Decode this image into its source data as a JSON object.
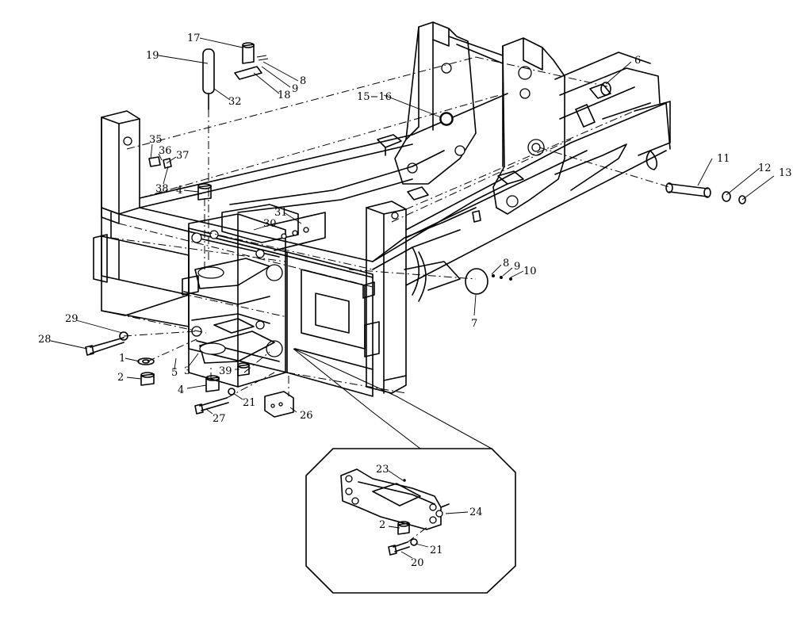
{
  "callouts": [
    {
      "id": "c17",
      "label": "17"
    },
    {
      "id": "c19",
      "label": "19"
    },
    {
      "id": "c8a",
      "label": "8"
    },
    {
      "id": "c9a",
      "label": "9"
    },
    {
      "id": "c18",
      "label": "18"
    },
    {
      "id": "c32",
      "label": "32"
    },
    {
      "id": "c6",
      "label": "6"
    },
    {
      "id": "c1516",
      "label": "15−16"
    },
    {
      "id": "c35",
      "label": "35"
    },
    {
      "id": "c36",
      "label": "36"
    },
    {
      "id": "c37",
      "label": "37"
    },
    {
      "id": "c38",
      "label": "38"
    },
    {
      "id": "c4a",
      "label": "4"
    },
    {
      "id": "c31",
      "label": "31"
    },
    {
      "id": "c30",
      "label": "30"
    },
    {
      "id": "c11",
      "label": "11"
    },
    {
      "id": "c12",
      "label": "12"
    },
    {
      "id": "c13",
      "label": "13"
    },
    {
      "id": "c8b",
      "label": "8"
    },
    {
      "id": "c9b",
      "label": "9"
    },
    {
      "id": "c10",
      "label": "10"
    },
    {
      "id": "c7",
      "label": "7"
    },
    {
      "id": "c29",
      "label": "29"
    },
    {
      "id": "c28",
      "label": "28"
    },
    {
      "id": "c1",
      "label": "1"
    },
    {
      "id": "c5",
      "label": "5"
    },
    {
      "id": "c3",
      "label": "3"
    },
    {
      "id": "c39",
      "label": "39"
    },
    {
      "id": "c2a",
      "label": "2"
    },
    {
      "id": "c4b",
      "label": "4"
    },
    {
      "id": "c21a",
      "label": "21"
    },
    {
      "id": "c27",
      "label": "27"
    },
    {
      "id": "c26",
      "label": "26"
    },
    {
      "id": "c23",
      "label": "23"
    },
    {
      "id": "c24",
      "label": "24"
    },
    {
      "id": "c2b",
      "label": "2"
    },
    {
      "id": "c21b",
      "label": "21"
    },
    {
      "id": "c20",
      "label": "20"
    }
  ]
}
